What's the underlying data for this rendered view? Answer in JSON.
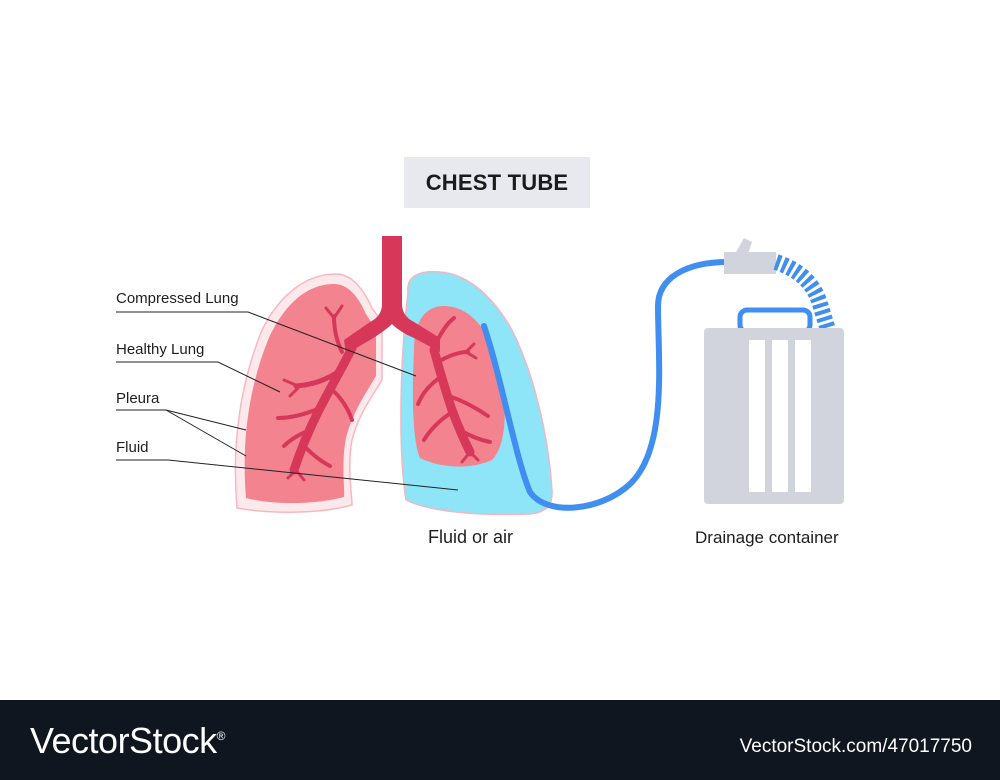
{
  "diagram": {
    "title": "CHEST TUBE",
    "labels": {
      "compressed_lung": "Compressed Lung",
      "healthy_lung": "Healthy Lung",
      "pleura": "Pleura",
      "fluid": "Fluid"
    },
    "captions": {
      "fluid_or_air": "Fluid or air",
      "drainage_container": "Drainage container"
    },
    "colors": {
      "lung_pink": "#f2838f",
      "bronchi": "#d7385a",
      "fluid_blue": "#8ee5f7",
      "tube_blue": "#3f8ef0",
      "container_gray": "#d2d4dd"
    }
  },
  "footer": {
    "brand": "VectorStock",
    "trademark": "®",
    "image_id": "VectorStock.com/47017750"
  }
}
